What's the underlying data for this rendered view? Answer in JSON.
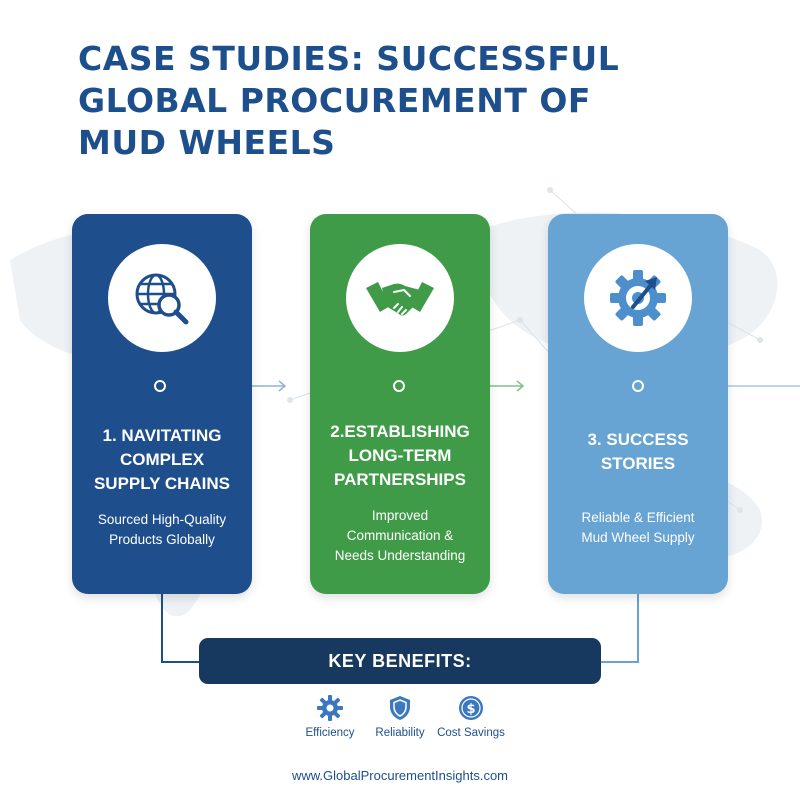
{
  "title": {
    "lines": [
      "CASE STUDIES: SUCCESSFUL",
      "GLOBAL PROCUREMENT OF",
      "MUD WHEELS"
    ]
  },
  "colors": {
    "title": "#1d4f8c",
    "card_1": "#1e4e8c",
    "card_2": "#3f9b48",
    "card_3": "#67a3d3",
    "benefits_bar": "#18395f",
    "map": "#eef2f5"
  },
  "steps": [
    {
      "icon": "globe-search-icon",
      "heading_lines": [
        "1. NAVITATING",
        "COMPLEX",
        "SUPPLY CHAINS"
      ],
      "desc_lines": [
        "Sourced High-Quality",
        "Products Globally"
      ]
    },
    {
      "icon": "handshake-icon",
      "heading_lines": [
        "2.ESTABLISHING",
        "LONG-TERM",
        "PARTNERSHIPS"
      ],
      "desc_lines": [
        "Improved",
        "Communication &",
        "Needs Understanding"
      ]
    },
    {
      "icon": "gear-growth-icon",
      "heading_lines": [
        "3. SUCCESS",
        "STORIES"
      ],
      "desc_lines": [
        "Reliable & Efficient",
        "Mud Wheel Supply"
      ]
    }
  ],
  "benefits": {
    "title": "KEY BENEFITS:",
    "items": [
      {
        "icon": "gear-icon",
        "label": "Efficiency"
      },
      {
        "icon": "shield-icon",
        "label": "Reliability"
      },
      {
        "icon": "dollar-coin-icon",
        "label": "Cost Savings"
      }
    ]
  },
  "footer": "www.GlobalProcurementInsights.com"
}
